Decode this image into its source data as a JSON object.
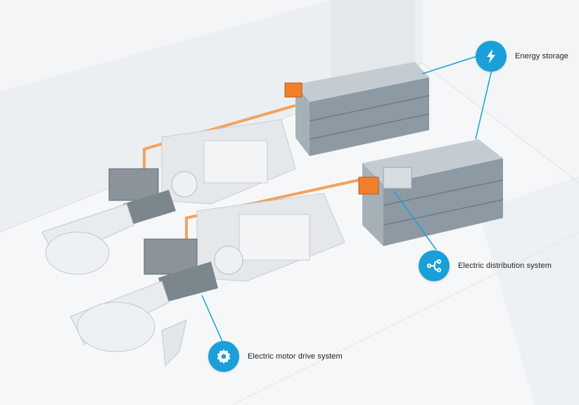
{
  "callouts": {
    "energy_storage": {
      "label": "Energy storage",
      "icon": "lightning-bolt-icon"
    },
    "distribution": {
      "label": "Electric distribution system",
      "icon": "branch-network-icon"
    },
    "motor_drive": {
      "label": "Electric motor drive system",
      "icon": "gear-icon"
    }
  },
  "colors": {
    "accent_blue": "#1a9fd8",
    "orange_connector": "#f07f2c",
    "battery_gray": "#8e9aa3",
    "hull_white": "#f3f5f6"
  }
}
